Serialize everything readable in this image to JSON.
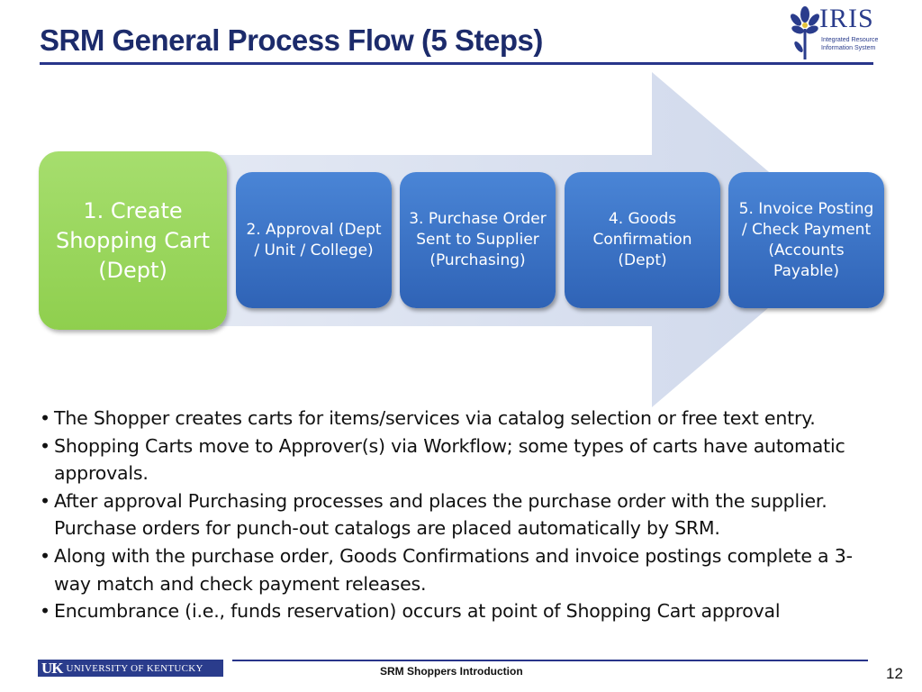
{
  "header": {
    "title": "SRM General Process Flow (5 Steps)"
  },
  "logo": {
    "name": "IRIS",
    "subtitle_line1": "Integrated Resource",
    "subtitle_line2": "Information System"
  },
  "steps": [
    "1. Create Shopping Cart (Dept)",
    "2. Approval (Dept / Unit / College)",
    "3. Purchase Order Sent to Supplier (Purchasing)",
    "4. Goods Confirmation (Dept)",
    "5. Invoice Posting / Check Payment (Accounts Payable)"
  ],
  "bullets": [
    "The Shopper creates carts for items/services via catalog selection or free text entry.",
    "Shopping Carts move to Approver(s) via Workflow; some types of carts have automatic approvals.",
    "After approval Purchasing processes and places the purchase order with the supplier. Purchase orders for punch-out catalogs are placed automatically by SRM.",
    "Along with the purchase order, Goods Confirmations and invoice postings complete a 3-way match and check payment releases.",
    "Encumbrance (i.e., funds reservation) occurs at point of Shopping Cart approval"
  ],
  "footer": {
    "org_mark": "UK",
    "org_name": "UNIVERSITY OF KENTUCKY",
    "center_text": "SRM Shoppers Introduction",
    "page_number": "12"
  },
  "colors": {
    "title": "#1c2b6b",
    "rule": "#28358a",
    "arrow": "#d3dbec",
    "step_blue": "#3a6fc4",
    "step_green": "#9ad65e"
  }
}
